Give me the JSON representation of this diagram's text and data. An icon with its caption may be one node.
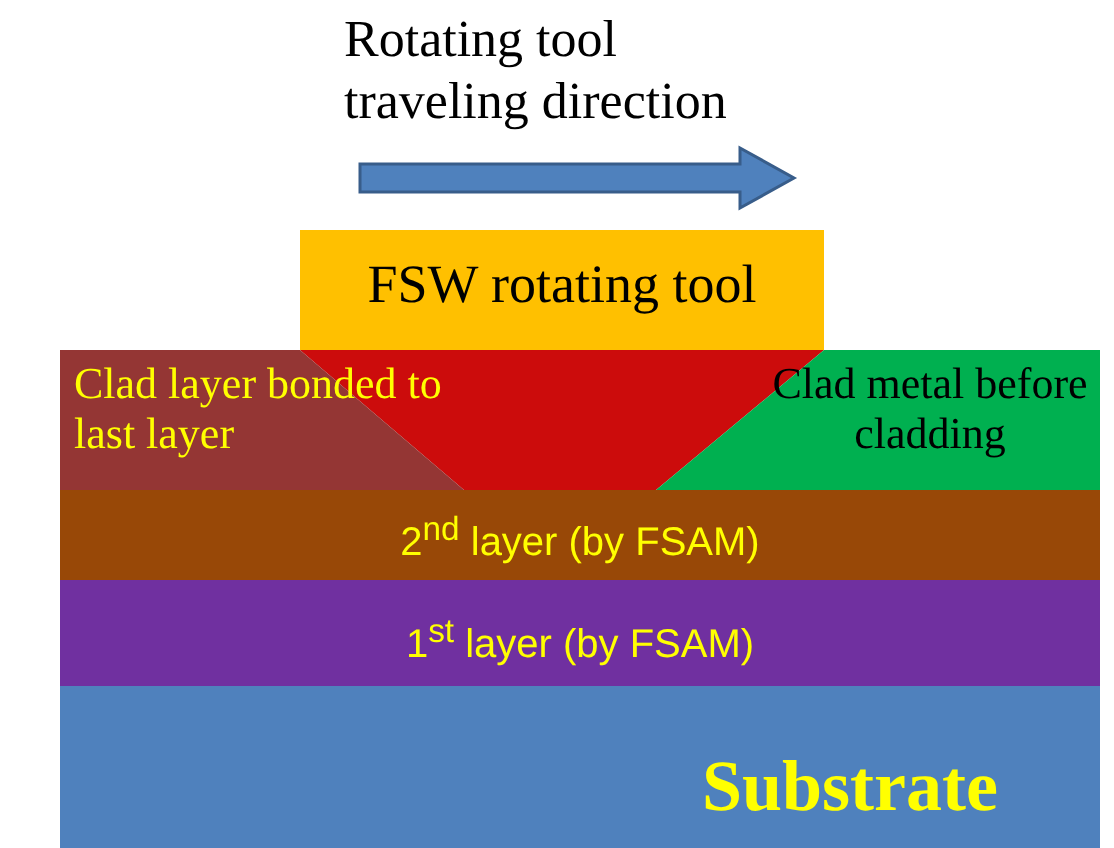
{
  "diagram": {
    "nodes": [
      {
        "text": [
          "FSW rotating tool"
        ]
      },
      {
        "text": [],
        "shape": "trapezoid"
      },
      {
        "text": [
          "Clad layer bonded to last layer"
        ]
      },
      {
        "text": [
          "Clad metal before cladding"
        ]
      },
      {
        "text": [
          "2$^{nd}$ layer (by FSAM)"
        ]
      },
      {
        "text": [
          "1$^{st}$ layer (by FSAM)"
        ]
      },
      {
        "text": [
          "Substrate"
        ]
      }
    ],
    "edges": [],
    "labels": [
      "Rotating tool traveling direction"
    ]
  }
}
